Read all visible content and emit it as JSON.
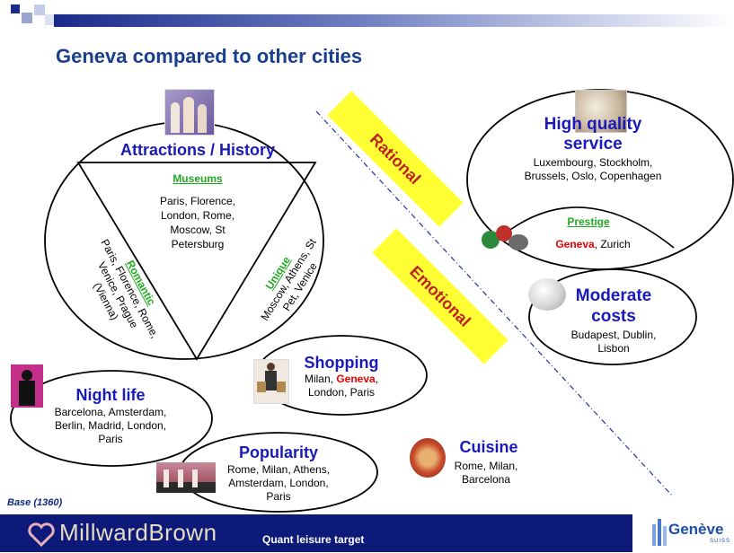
{
  "slide": {
    "title": "Geneva compared to other cities",
    "base": "Base (1360)",
    "footer_brand": "MillwardBrown",
    "footer_subtitle": "Quant leisure target",
    "logo_text": "Genève",
    "logo_sub": "SUISS"
  },
  "banners": {
    "rational": "Rational",
    "emotional": "Emotional"
  },
  "attractions": {
    "heading": "Attractions / History",
    "museums_label": "Museums",
    "museums_cities": [
      "Paris, Florence,",
      "London, Rome,",
      "Moscow, St",
      "Petersburg"
    ],
    "romantic_label": "Romantic",
    "romantic_cities": [
      "Paris, Florence, Rome,",
      "Venice, Prague",
      "(Vienna)"
    ],
    "unique_label": "Unique",
    "unique_cities": [
      "Moscow, Athens, St",
      "Pet, Venice"
    ]
  },
  "high_quality": {
    "heading_line1": "High quality",
    "heading_line2": "service",
    "cities_line1": "Luxembourg, Stockholm,",
    "cities_line2": "Brussels, Oslo, Copenhagen",
    "prestige_label": "Prestige",
    "prestige_geneva": "Geneva",
    "prestige_rest": ", Zurich"
  },
  "moderate": {
    "heading_line1": "Moderate",
    "heading_line2": "costs",
    "cities_line1": "Budapest, Dublin,",
    "cities_line2": "Lisbon"
  },
  "shopping": {
    "heading": "Shopping",
    "line1_pre": "Milan, ",
    "line1_geneva": "Geneva",
    "line1_post": ",",
    "line2": "London, Paris"
  },
  "nightlife": {
    "heading": "Night life",
    "cities": [
      "Barcelona, Amsterdam,",
      "Berlin, Madrid, London,",
      "Paris"
    ]
  },
  "popularity": {
    "heading": "Popularity",
    "cities": [
      "Rome, Milan, Athens,",
      "Amsterdam, London,",
      "Paris"
    ]
  },
  "cuisine": {
    "heading": "Cuisine",
    "cities": [
      "Rome, Milan,",
      "Barcelona"
    ]
  },
  "colors": {
    "heading_blue": "#1a1ab8",
    "title_blue": "#1a3f8c",
    "banner_yellow": "#ffff33",
    "banner_text": "#c02020",
    "accent_green": "#22aa22",
    "geneva_red": "#ee0000",
    "footer_navy": "#0d1a7a"
  }
}
